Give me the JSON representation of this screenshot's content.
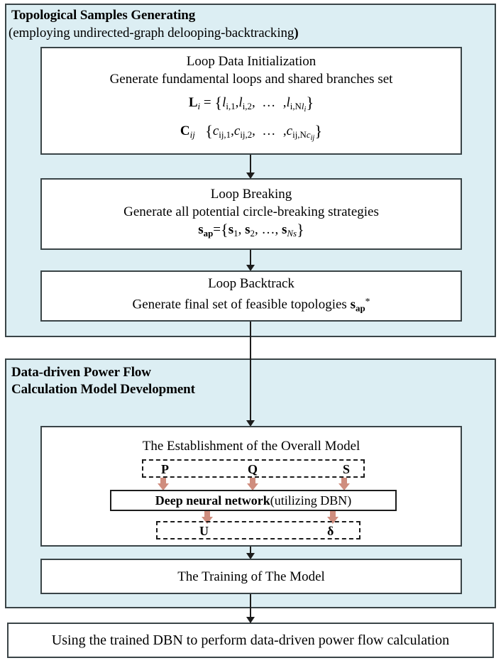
{
  "diagram": {
    "title": "Data-driven power flow calculation framework flowchart",
    "accent_color": "#cf8d7e",
    "panel_color": "#dceef3",
    "border_color": "#3a4447"
  },
  "sections": {
    "topological": {
      "title": "Topological Samples Generating",
      "subtitle_text": "(employing undirected-graph delooping-backtracking",
      "subtitle_close": ")"
    },
    "datadriven": {
      "title_line1": "Data-driven Power Flow",
      "title_line2": "Calculation Model Development"
    }
  },
  "boxes": {
    "loop_data_init": {
      "heading": "Loop Data Initialization",
      "description": "Generate fundamental loops and shared branches set",
      "formula_1": "L_i = { l_{i,1}, l_{i,2}, … , l_{i,Nl_i} }",
      "formula_2": "C_ij { c_{ij,1}, c_{ij,2}, … , c_{ij,Nc_ij} }"
    },
    "loop_breaking": {
      "heading": "Loop Breaking",
      "description": "Generate all potential circle-breaking strategies",
      "formula": "s_ap = { s_1, s_2, …, s_Ns }"
    },
    "loop_backtrack": {
      "heading": "Loop Backtrack",
      "description": "Generate final set of feasible topologies s_ap*"
    },
    "overall_model": {
      "heading": "The Establishment of the Overall Model",
      "inputs": [
        "P",
        "Q",
        "S"
      ],
      "network_strong": "Deep neural network",
      "network_rest": " (utilizing DBN)",
      "outputs": [
        "U",
        "δ"
      ]
    },
    "training": {
      "heading": "The Training of The Model"
    },
    "final": {
      "heading": "Using the trained DBN to perform data-driven power flow calculation"
    }
  }
}
